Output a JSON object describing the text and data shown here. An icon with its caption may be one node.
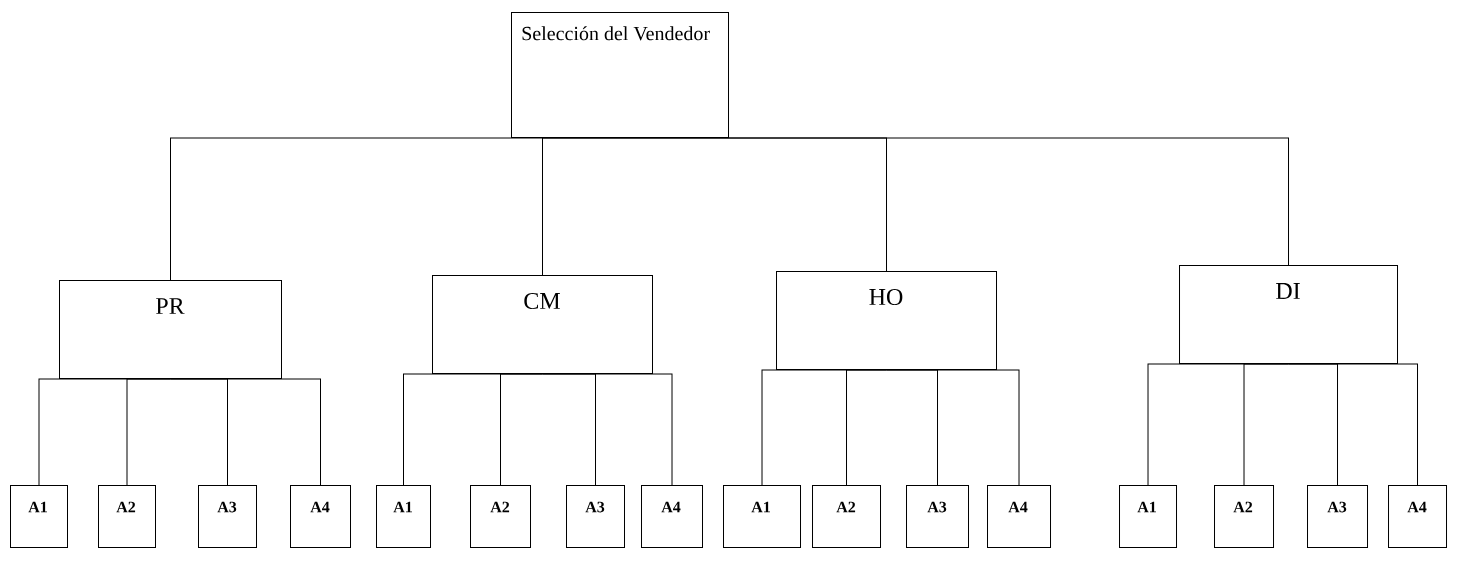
{
  "diagram": {
    "nodes": [
      {
        "text": [
          "Selección del Vendedor"
        ]
      },
      {
        "text": [
          "PR"
        ]
      },
      {
        "text": [
          "CM"
        ]
      },
      {
        "text": [
          "HO"
        ]
      },
      {
        "text": [
          "DI"
        ]
      },
      {
        "text": [
          "A1"
        ]
      },
      {
        "text": [
          "A2"
        ]
      },
      {
        "text": [
          "A3"
        ]
      },
      {
        "text": [
          "A4"
        ]
      },
      {
        "text": [
          "A1"
        ]
      },
      {
        "text": [
          "A2"
        ]
      },
      {
        "text": [
          "A3"
        ]
      },
      {
        "text": [
          "A4"
        ]
      },
      {
        "text": [
          "A1"
        ]
      },
      {
        "text": [
          "A2"
        ]
      },
      {
        "text": [
          "A3"
        ]
      },
      {
        "text": [
          "A4"
        ]
      },
      {
        "text": [
          "A1"
        ]
      },
      {
        "text": [
          "A2"
        ]
      },
      {
        "text": [
          "A3"
        ]
      },
      {
        "text": [
          "A4"
        ]
      }
    ],
    "edges": [
      {
        "from": 0,
        "to": 1,
        "arrow": "none"
      },
      {
        "from": 0,
        "to": 2,
        "arrow": "none"
      },
      {
        "from": 0,
        "to": 3,
        "arrow": "none"
      },
      {
        "from": 0,
        "to": 4,
        "arrow": "none"
      },
      {
        "from": 1,
        "to": 5,
        "arrow": "none"
      },
      {
        "from": 1,
        "to": 6,
        "arrow": "none"
      },
      {
        "from": 1,
        "to": 7,
        "arrow": "none"
      },
      {
        "from": 1,
        "to": 8,
        "arrow": "none"
      },
      {
        "from": 2,
        "to": 9,
        "arrow": "none"
      },
      {
        "from": 2,
        "to": 10,
        "arrow": "none"
      },
      {
        "from": 2,
        "to": 11,
        "arrow": "none"
      },
      {
        "from": 2,
        "to": 12,
        "arrow": "none"
      },
      {
        "from": 3,
        "to": 13,
        "arrow": "none"
      },
      {
        "from": 3,
        "to": 14,
        "arrow": "none"
      },
      {
        "from": 3,
        "to": 15,
        "arrow": "none"
      },
      {
        "from": 3,
        "to": 16,
        "arrow": "none"
      },
      {
        "from": 4,
        "to": 17,
        "arrow": "none"
      },
      {
        "from": 4,
        "to": 18,
        "arrow": "none"
      },
      {
        "from": 4,
        "to": 19,
        "arrow": "none"
      },
      {
        "from": 4,
        "to": 20,
        "arrow": "none"
      }
    ]
  }
}
